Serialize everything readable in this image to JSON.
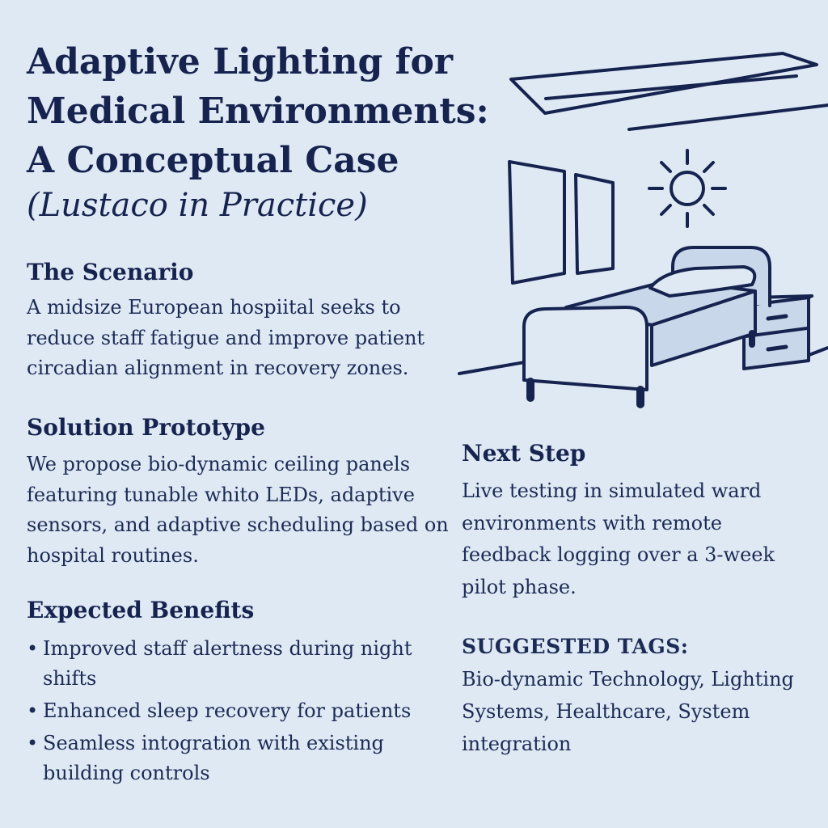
{
  "title": "Adaptive Lighting for Medical Environments: A Conceptual Case",
  "subtitle": "(Lustaco in Practice)",
  "scenario": {
    "heading": "The Scenario",
    "text": "A midsize European hospiital seeks to reduce staff fatigue and improve patient circadian alignment in recovery zones."
  },
  "solution": {
    "heading": "Solution Prototype",
    "text": "We propose bio-dynamic ceiling panels featuring tunable whito LEDs, adaptive sensors, and adaptive scheduling based on hospital routines."
  },
  "benefits": {
    "heading": "Expected Benefits",
    "bullet": "•",
    "items": [
      "Improved staff alertness during night shifts",
      "Enhanced sleep recovery for patients",
      "Seamless intogration with existing building controls"
    ]
  },
  "next_step": {
    "heading": "Next Step",
    "text": "Live testing in simulated ward environments with remote feedback logging over a 3-week pilot phase."
  },
  "tags": {
    "heading": "SUGGESTED TAGS:",
    "text": "Bio-dynamic Technology, Lighting Systems, Healthcare, System integration"
  },
  "colors": {
    "background": "#dfe9f4",
    "ink": "#16234f",
    "illustration_fill": "#c9d7eb"
  },
  "illustration": {
    "icons": [
      "ceiling-light-panel-icon",
      "sun-icon",
      "window-icon",
      "hospital-bed-icon",
      "nightstand-icon"
    ]
  }
}
